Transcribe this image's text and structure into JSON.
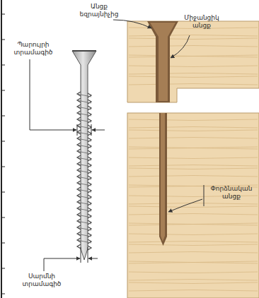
{
  "diagram": {
    "labels": [
      "Անցք եզրայնիչից",
      "Միջանցիկ անցք",
      "Պարույրի տրամագիծ",
      "Փորձնական անցք",
      "Սարմնի տրամագիծ"
    ]
  }
}
